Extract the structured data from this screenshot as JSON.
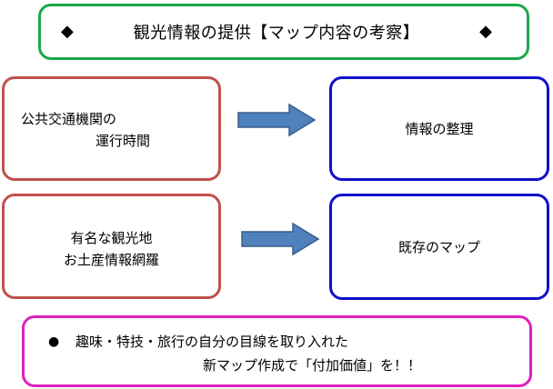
{
  "title": {
    "left_symbol": "◆",
    "text": "観光情報の提供【マップ内容の考察】",
    "right_symbol": "◆"
  },
  "nodes": {
    "transit": {
      "line1": "公共交通機関の",
      "line2": "運行時間"
    },
    "sights": {
      "line1": "有名な観光地",
      "line2": "お土産情報網羅"
    },
    "organize": {
      "label": "情報の整理"
    },
    "maps": {
      "label": "既存のマップ"
    }
  },
  "note": {
    "bullet": "●",
    "line1": "趣味・特技・旅行の自分の目線を取り入れた",
    "line2": "新マップ作成で「付加価値」を！！"
  },
  "colors": {
    "title_border": "#1aa84a",
    "left_border": "#c0504d",
    "right_border": "#1010cc",
    "note_border": "#e020c0",
    "arrow_fill": "#4f81bd",
    "arrow_stroke": "#385d8a"
  },
  "edges": [
    {
      "from": "transit",
      "to": "organize"
    },
    {
      "from": "sights",
      "to": "maps"
    }
  ]
}
